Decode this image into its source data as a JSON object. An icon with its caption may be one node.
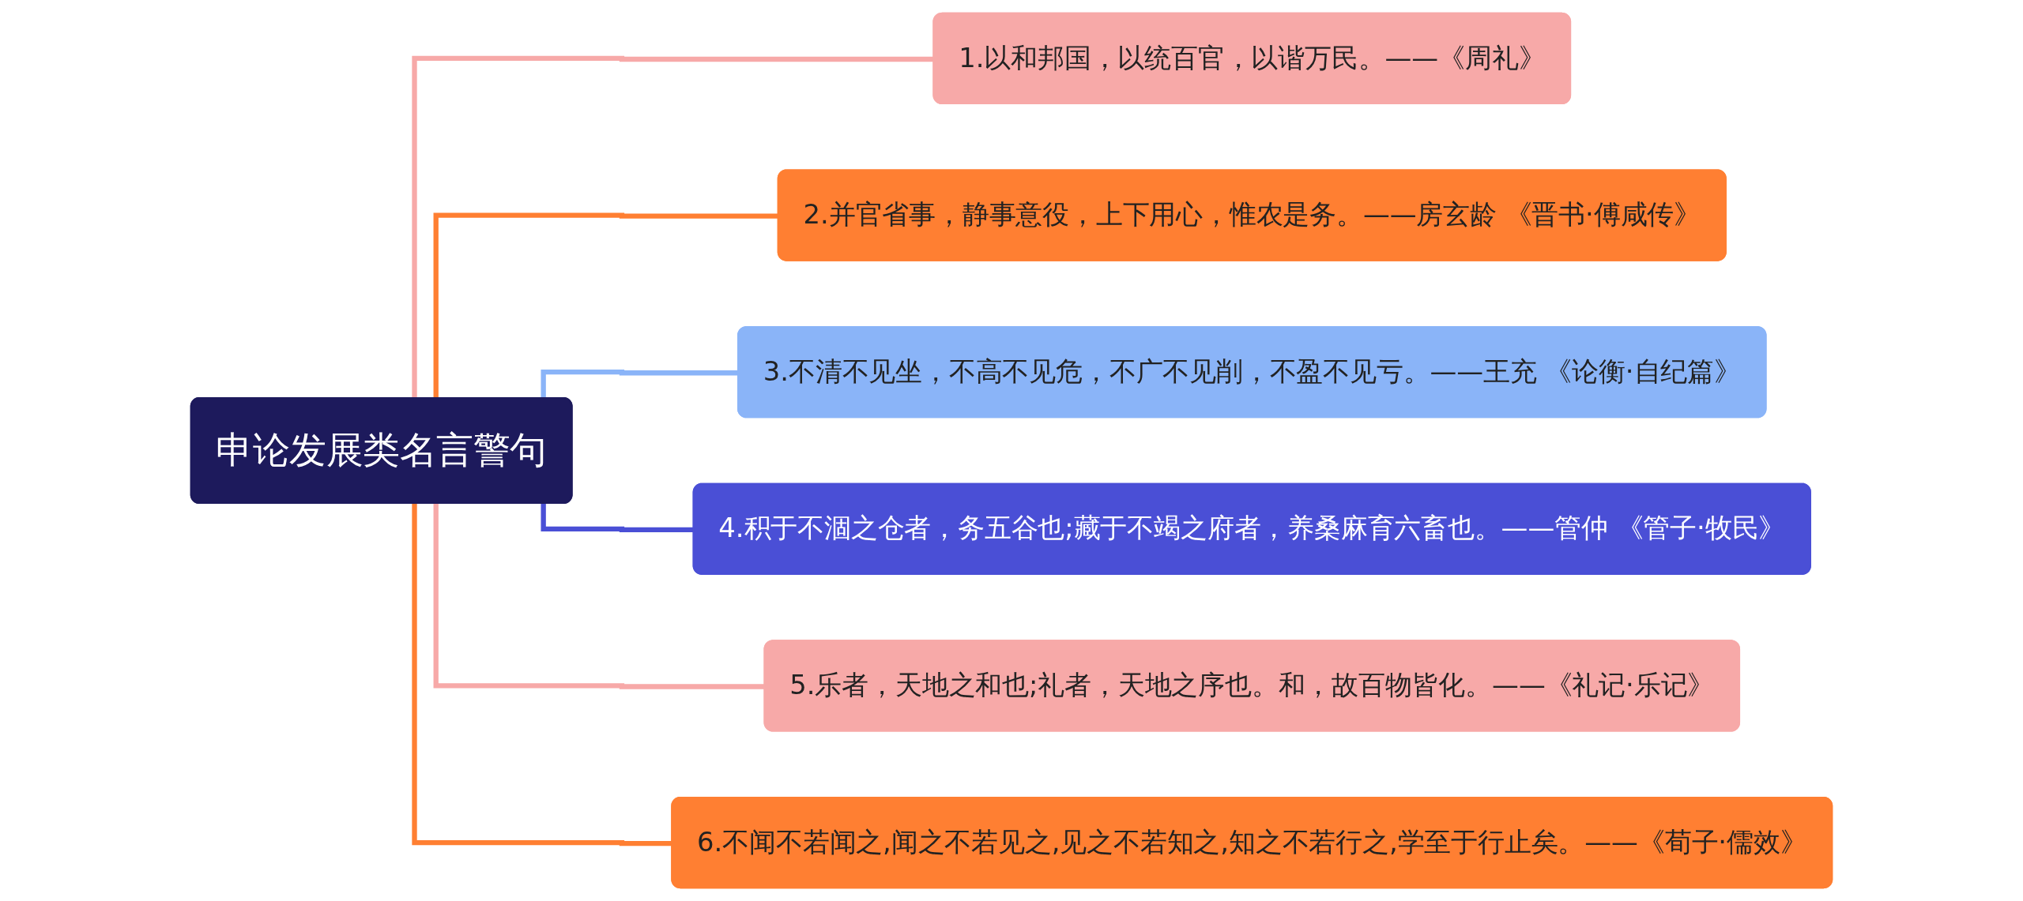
{
  "diagram": {
    "nodes": [
      {
        "text": [
          "申论发展类名言警句"
        ]
      },
      {
        "text": [
          "1.以和邦国，以统百官，以谐万民。——《周礼》"
        ]
      },
      {
        "text": [
          "2.并官省事，静事意役，上下用心，惟农是务。——房玄龄 《晋书·傅咸传》"
        ]
      },
      {
        "text": [
          "3.不清不见坐，不高不见危，不广不见削，不盈不见亏。——王充 《论衡·自纪篇》"
        ]
      },
      {
        "text": [
          "4.积于不涸之仓者，务五谷也;藏于不竭之府者，养桑麻育六畜也。——管仲 《管子·牧民》"
        ]
      },
      {
        "text": [
          "5.乐者，天地之和也;礼者，天地之序也。和，故百物皆化。——《礼记·乐记》"
        ]
      },
      {
        "text": [
          "6.不闻不若闻之,闻之不若见之,见之不若知之,知之不若行之,学至于行止矣。——《荀子·儒效》"
        ]
      }
    ],
    "edges": [
      {
        "from": 0,
        "to": 1,
        "arrow": "none",
        "color": "#f7a9a8"
      },
      {
        "from": 0,
        "to": 2,
        "arrow": "none",
        "color": "#ff7f32"
      },
      {
        "from": 0,
        "to": 3,
        "arrow": "none",
        "color": "#8ab4f8"
      },
      {
        "from": 0,
        "to": 4,
        "arrow": "none",
        "color": "#4a4fd6"
      },
      {
        "from": 0,
        "to": 5,
        "arrow": "none",
        "color": "#f7a9a8"
      },
      {
        "from": 0,
        "to": 6,
        "arrow": "none",
        "color": "#ff7f32"
      }
    ]
  }
}
